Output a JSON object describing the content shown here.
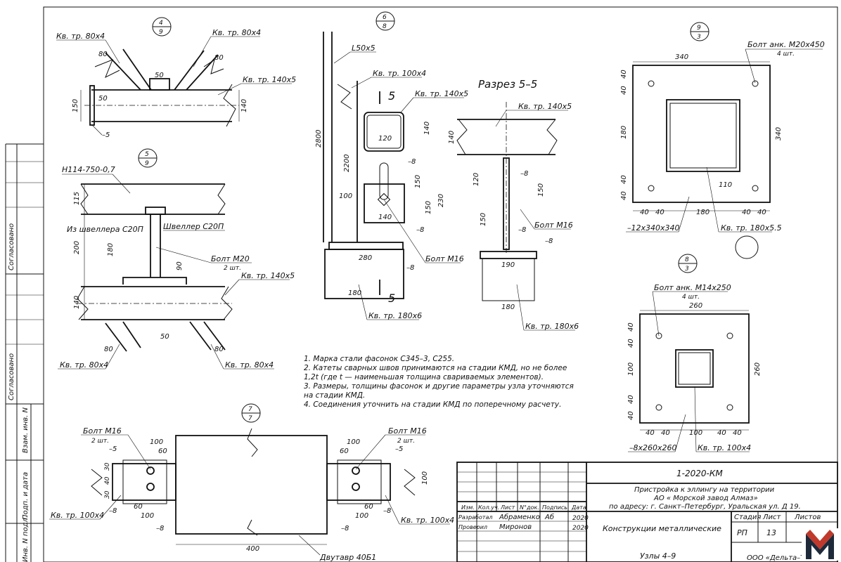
{
  "side_stamp": {
    "approved_1": "Согласовано",
    "approved_2": "Согласовано",
    "inv_replace": "Взам. инв. N",
    "sign_date": "Подп. и дата",
    "inv_orig": "Инв. N подл."
  },
  "node_4_9": {
    "callout_top": "4",
    "callout_bottom": "9",
    "label_left": "Кв. тр. 80х4",
    "label_right": "Кв. тр. 80х4",
    "label_main": "Кв. тр. 140х5",
    "dim_80_left": "80",
    "dim_80_right": "80",
    "dim_50_top": "50",
    "dim_50_left": "50",
    "dim_150": "150",
    "dim_140": "140",
    "plate": "–5"
  },
  "node_5_9": {
    "callout_top": "5",
    "callout_bottom": "9",
    "beam_label": "Н114-750-0,7",
    "channel_from": "Из швеллера С20П",
    "channel": "Швеллер С20П",
    "bolt": "Болт М20",
    "bolt_qty": "2 шт.",
    "label_main": "Кв. тр. 140х5",
    "label_left": "Кв. тр. 80х4",
    "label_right": "Кв. тр. 80х4",
    "dim_115": "115",
    "dim_200": "200",
    "dim_180": "180",
    "dim_90": "90",
    "dim_140": "140",
    "dim_50": "50",
    "dim_80_left": "80",
    "dim_80_right": "80"
  },
  "node_6_8": {
    "callout_top": "6",
    "callout_bottom": "8",
    "angle": "L50х5",
    "tube_100": "Кв. тр. 100х4",
    "tube_140": "Кв. тр. 140х5",
    "section_mark": "5",
    "dim_2800": "2800",
    "dim_2200": "2200",
    "dim_100": "100",
    "dim_120": "120",
    "dim_140": "140",
    "dim_8a": "–8",
    "dim_150": "150",
    "dim_230": "230",
    "dim_150b": "150",
    "dim_140b": "140",
    "dim_8b": "–8",
    "dim_280": "280",
    "dim_8c": "–8",
    "bolt": "Болт М16",
    "dim_180": "180",
    "tube_180": "Кв. тр. 180х6"
  },
  "section_5_5": {
    "title": "Разрез 5–5",
    "tube_140": "Кв. тр. 140х5",
    "dim_140": "140",
    "dim_120": "120",
    "dim_8a": "–8",
    "dim_150": "150",
    "dim_150b": "150",
    "dim_8b": "–8",
    "bolt": "Болт М16",
    "dim_8c": "–8",
    "dim_190": "190",
    "dim_180": "180",
    "tube_180": "Кв. тр. 180х6"
  },
  "node_9_3": {
    "callout_top": "9",
    "callout_bottom": "3",
    "anchor": "Болт анк. М20х450",
    "anchor_qty": "4 шт.",
    "dim_340_top": "340",
    "dim_340_right": "340",
    "dim_40a": "40",
    "dim_40b": "40",
    "dim_180v": "180",
    "dim_40c": "40",
    "dim_40d": "40",
    "dim_110": "110",
    "bottom_dims": [
      "40",
      "40",
      "180",
      "40",
      "40"
    ],
    "plate": "–12х340х340",
    "tube": "Кв. тр. 180х5.5"
  },
  "node_8_3": {
    "callout_top": "8",
    "callout_bottom": "3",
    "anchor": "Болт анк. М14х250",
    "anchor_qty": "4 шт.",
    "dim_260_top": "260",
    "dim_260_right": "260",
    "dim_40a": "40",
    "dim_40b": "40",
    "dim_100v": "100",
    "dim_40c": "40",
    "dim_40d": "40",
    "bottom_dims": [
      "40",
      "40",
      "100",
      "40",
      "40"
    ],
    "plate": "–8х260х260",
    "tube": "Кв. тр. 100х4"
  },
  "node_7_7": {
    "callout_top": "7",
    "callout_bottom": "7",
    "bolt_left": "Болт М16",
    "qty_left": "2 шт.",
    "bolt_right": "Болт М16",
    "qty_right": "2 шт.",
    "left_dims": {
      "d5": "–5",
      "d100": "100",
      "d60": "60",
      "d30a": "30",
      "d40": "40",
      "d30b": "30",
      "d60b": "60",
      "d100b": "100",
      "d8a": "–8",
      "d8b": "–8"
    },
    "right_dims": {
      "d100": "100",
      "d60": "60",
      "d5": "–5",
      "d100v": "100",
      "d60b": "60",
      "d100b": "100",
      "d8a": "–8",
      "d8b": "–8"
    },
    "tube_left": "Кв. тр. 100х4",
    "tube_right": "Кв. тр. 100х4",
    "dim_400": "400",
    "beam": "Двутавр 40Б1"
  },
  "notes": [
    "1. Марка стали фасонок С345–3, С255.",
    "2. Катеты сварных швов принимаются на стадии КМД, но не более",
    "1,2t (где t — наименьшая толщина свариваемых элементов).",
    "3. Размеры, толщины фасонок и другие параметры узла уточняются",
    "на стадии КМД.",
    "4. Соединения уточнить на стадии КМД по поперечному расчету."
  ],
  "title_block": {
    "code": "1-2020-КМ",
    "project_1": "Пристройка к эллингу на территории",
    "project_2": "АО « Морской завод Алмаз»",
    "project_3": "по адресу: г. Санкт–Петербург, Уральская ул. Д 19.",
    "header": [
      "Изм.",
      "Кол.уч.",
      "Лист",
      "N°док.",
      "Подпись",
      "Дата"
    ],
    "role_1": "Разработал",
    "name_1": "Абраменко",
    "sig_1": "Аб",
    "date_1": "2020",
    "role_2": "Проверил",
    "name_2": "Миронов",
    "date_2": "2020",
    "subject": "Конструкции металлические",
    "stage_label": "Стадия",
    "sheet_label": "Лист",
    "sheets_label": "Листов",
    "stage": "РП",
    "sheet": "13",
    "drawing": "Узлы 4–9",
    "org": "ООО «Дельта–Т»"
  },
  "logo": {
    "letter": "M",
    "color": "#1e2a3a",
    "accent": "#c0392b"
  }
}
